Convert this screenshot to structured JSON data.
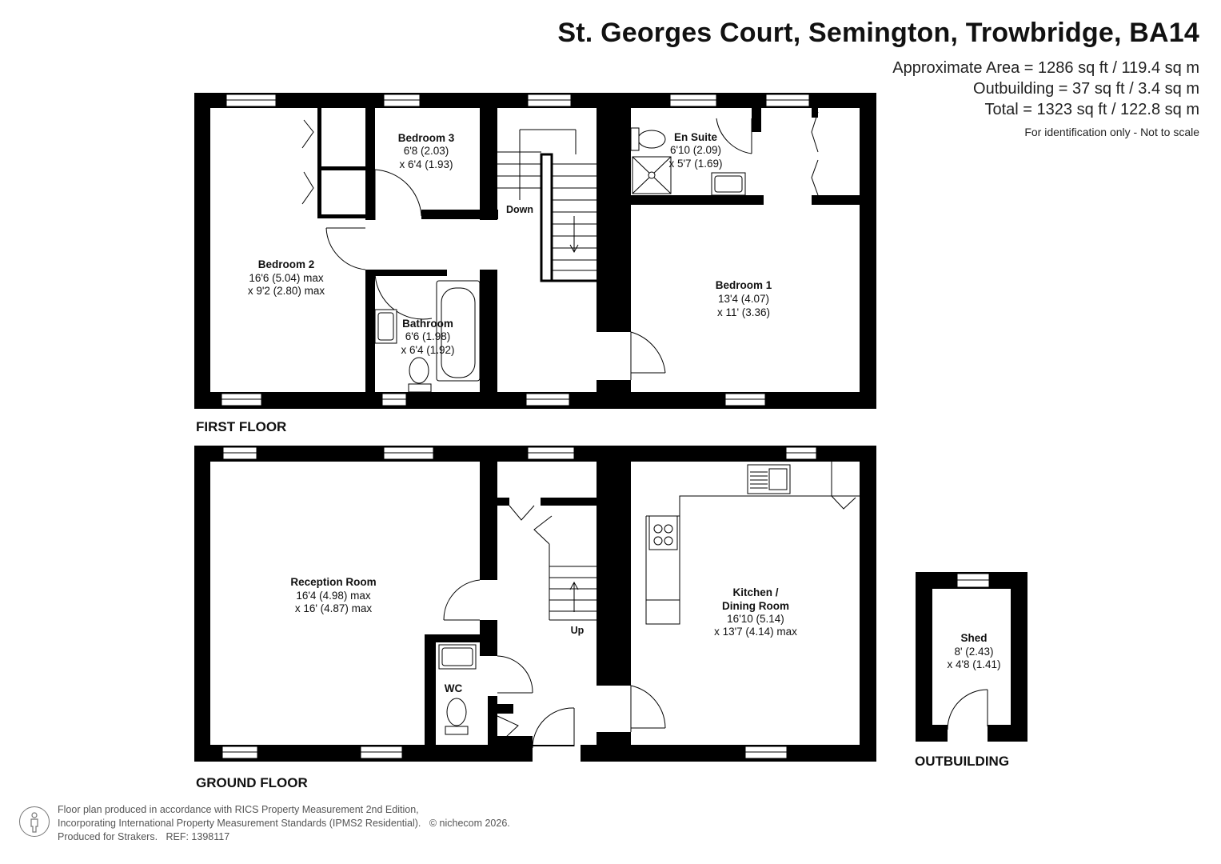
{
  "header": {
    "title": "St. Georges Court, Semington, Trowbridge, BA14",
    "area_line": "Approximate Area = 1286 sq ft / 119.4 sq m",
    "outbuilding_line": "Outbuilding = 37 sq ft / 3.4 sq m",
    "total_line": "Total = 1323 sq ft / 122.8 sq m",
    "disclaimer": "For identification only - Not to scale"
  },
  "floors": {
    "first": "FIRST FLOOR",
    "ground": "GROUND FLOOR",
    "outbuilding": "OUTBUILDING"
  },
  "rooms": {
    "bedroom3": {
      "name": "Bedroom 3",
      "dim1": "6'8 (2.03)",
      "dim2": "x 6'4 (1.93)"
    },
    "ensuite": {
      "name": "En Suite",
      "dim1": "6'10 (2.09)",
      "dim2": "x 5'7 (1.69)"
    },
    "bedroom2": {
      "name": "Bedroom 2",
      "dim1": "16'6 (5.04) max",
      "dim2": "x 9'2 (2.80) max"
    },
    "bedroom1": {
      "name": "Bedroom 1",
      "dim1": "13'4 (4.07)",
      "dim2": "x 11' (3.36)"
    },
    "bathroom": {
      "name": "Bathroom",
      "dim1": "6'6 (1.98)",
      "dim2": "x 6'4 (1.92)"
    },
    "reception": {
      "name": "Reception Room",
      "dim1": "16'4 (4.98) max",
      "dim2": "x 16' (4.87) max"
    },
    "kitchen": {
      "name1": "Kitchen /",
      "name2": "Dining Room",
      "dim1": "16'10 (5.14)",
      "dim2": "x 13'7 (4.14) max"
    },
    "wc": {
      "name": "WC"
    },
    "shed": {
      "name": "Shed",
      "dim1": "8' (2.43)",
      "dim2": "x 4'8 (1.41)"
    }
  },
  "stairs": {
    "down": "Down",
    "up": "Up"
  },
  "footer": {
    "line1": "Floor plan produced in accordance with RICS Property Measurement 2nd Edition,",
    "line2": "Incorporating International Property Measurement Standards (IPMS2 Residential).",
    "copyright": "© nichecom 2026.",
    "line3_produced": "Produced for Strakers.",
    "line3_ref": "REF: 1398117"
  },
  "icons": [
    "person-icon",
    "toilet-icon",
    "sink-icon",
    "bath-icon",
    "shower-icon",
    "hob-icon",
    "door-swing-icon"
  ],
  "colors": {
    "wall": "#000000",
    "background": "#ffffff",
    "text": "#111111"
  }
}
